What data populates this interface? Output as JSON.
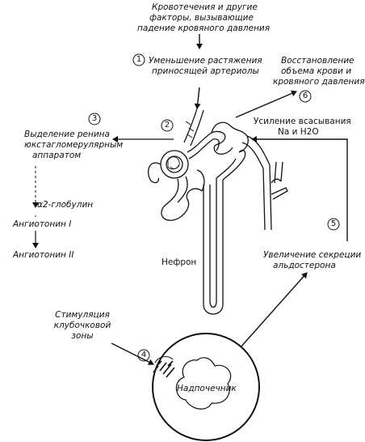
{
  "steps": {
    "top_cause": [
      "Кровотечения и другие",
      "факторы, вызывающие",
      "падение кровяного давления"
    ],
    "s1": {
      "n": "1",
      "text": [
        "Уменьшение растяжения",
        "приносящей артериолы"
      ]
    },
    "s2": {
      "n": "2"
    },
    "s3": {
      "n": "3",
      "text": [
        "Выделение ренина",
        "юкстагломерулярным",
        "аппаратом"
      ]
    },
    "alpha2": "α2-глобулин",
    "angiotonin1": "Ангиотонин I",
    "angiotonin2": "Ангиотонин II",
    "stim": [
      "Стимуляция",
      "клубочковой",
      "зоны"
    ],
    "s4": {
      "n": "4"
    },
    "adrenal": "Надпочечник",
    "s5": {
      "n": "5",
      "text": [
        "Увеличение секреции",
        "альдостерона"
      ]
    },
    "reabs": [
      "Усиление всасывания",
      "Na и H2O"
    ],
    "s6": {
      "n": "6",
      "text": [
        "Восстановление",
        "объема крови и",
        "кровяного давления"
      ]
    },
    "nephron": "Нефрон"
  },
  "colors": {
    "ink": "#111111",
    "paper": "#ffffff"
  }
}
